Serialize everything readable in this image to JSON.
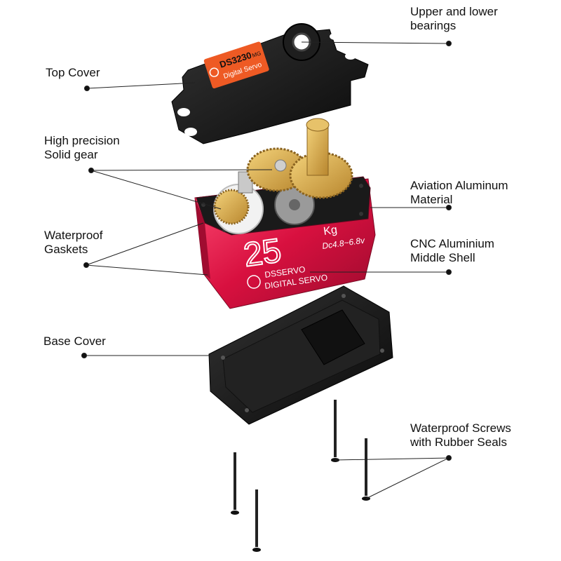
{
  "labels": {
    "bearings": {
      "line1": "Upper and lower",
      "line2": "bearings"
    },
    "top_cover": {
      "line1": "Top Cover"
    },
    "gear": {
      "line1": "High precision",
      "line2": "Solid gear"
    },
    "aluminum": {
      "line1": "Aviation Aluminum",
      "line2": "Material"
    },
    "gaskets": {
      "line1": "Waterproof",
      "line2": "Gaskets"
    },
    "shell": {
      "line1": "CNC Aluminium",
      "line2": "Middle Shell"
    },
    "base_cover": {
      "line1": "Base Cover"
    },
    "screws": {
      "line1": "Waterproof Screws",
      "line2": "with Rubber Seals"
    }
  },
  "product": {
    "top_sticker_model": "DS3230",
    "top_sticker_suffix": "MG",
    "top_sticker_sub": "Digital Servo",
    "torque_value": "25",
    "torque_unit": "Kg",
    "voltage": "Dc4.8~6.8v",
    "brand": "DSSERVO",
    "type": "DIGITAL SERVO"
  },
  "colors": {
    "shell_red": "#d8103f",
    "shell_dark": "#8f0a2a",
    "cover_black": "#151515",
    "gear_brass": "#d6a84e",
    "sticker_orange": "#ee5a24"
  }
}
